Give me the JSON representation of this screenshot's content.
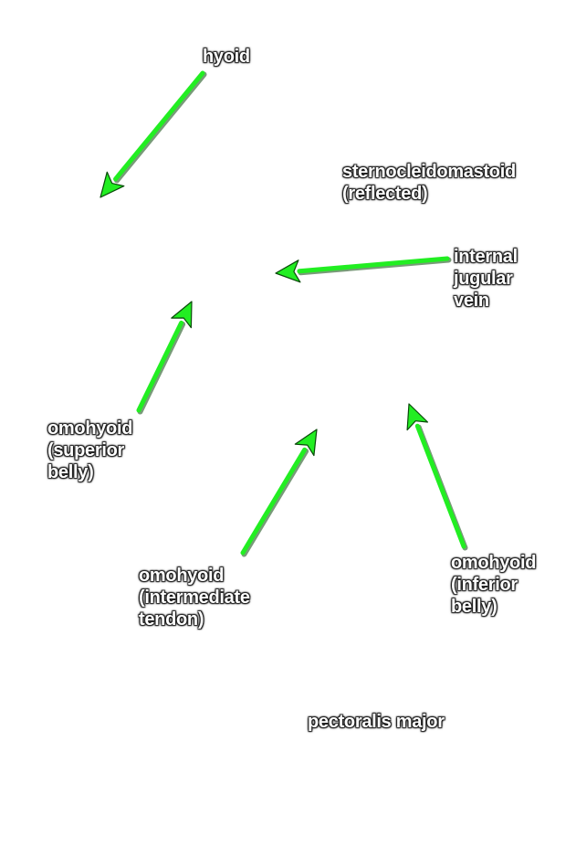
{
  "colors": {
    "arrow": "#22ee22",
    "arrow_outline": "#0a4a0a",
    "label_text": "#ffffff",
    "label_shadow": "#1a1a1a",
    "background": "#ffffff"
  },
  "labels": {
    "hyoid": [
      "hyoid"
    ],
    "sternocleidomastoid": [
      "sternocleidomastoid",
      "(reflected)"
    ],
    "internal_jugular_vein": [
      "internal",
      "jugular",
      "vein"
    ],
    "omohyoid_superior": [
      "omohyoid",
      "(superior",
      "belly)"
    ],
    "omohyoid_intermediate": [
      "omohyoid",
      "(intermediate",
      "tendon)"
    ],
    "omohyoid_inferior": [
      "omohyoid",
      "(inferior",
      "belly)"
    ],
    "pectoralis_major": [
      "pectoralis major"
    ]
  }
}
